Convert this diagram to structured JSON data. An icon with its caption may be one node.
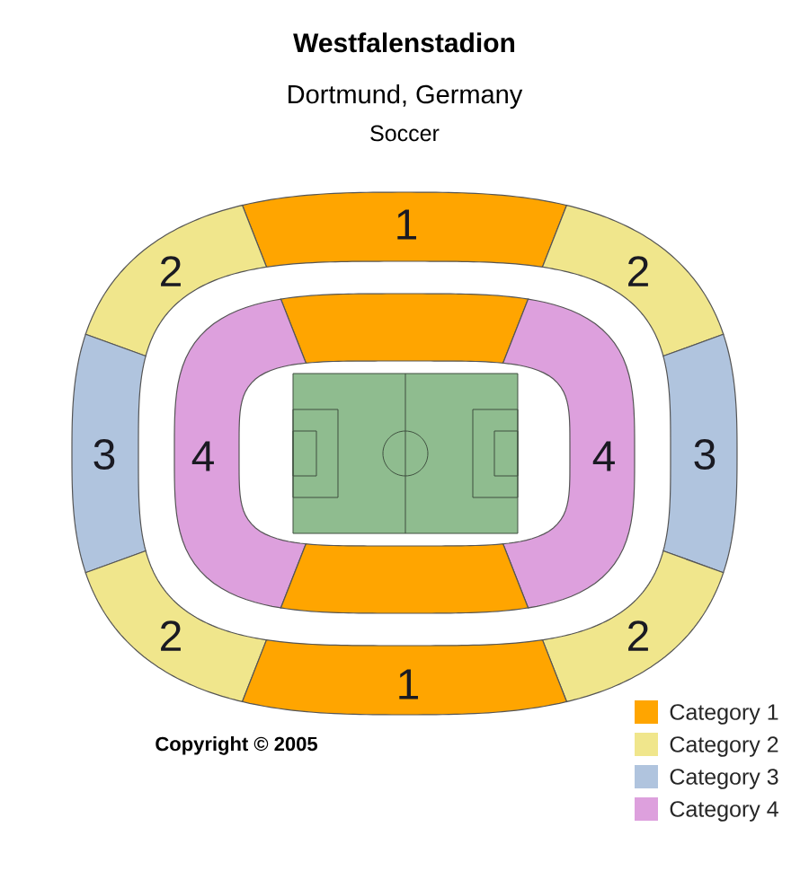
{
  "diagram": {
    "title": "Westfalenstadion",
    "nodes": [
      {
        "text": [
          "1"
        ]
      },
      {
        "text": [
          "2"
        ]
      },
      {
        "text": [
          "2"
        ]
      },
      {
        "text": [],
        "shape": "box"
      },
      {
        "text": [
          "3"
        ]
      },
      {
        "text": [
          "4"
        ]
      },
      {
        "text": [
          "4"
        ]
      },
      {
        "text": [
          "3"
        ]
      },
      {
        "text": [],
        "shape": "box"
      },
      {
        "text": [
          "2"
        ]
      },
      {
        "text": [
          "2"
        ]
      },
      {
        "text": [
          "1"
        ]
      }
    ],
    "labels": [
      "Dortmund, Germany",
      "Soccer",
      "Copyright © 2005"
    ],
    "legend": [
      {
        "text": "Category 1",
        "color": "#ffa500"
      },
      {
        "text": "Category 2",
        "color": "#f0e68c"
      },
      {
        "text": "Category 3",
        "color": "#b0c4de"
      },
      {
        "text": "Category 4",
        "color": "#dda0dd"
      }
    ]
  }
}
